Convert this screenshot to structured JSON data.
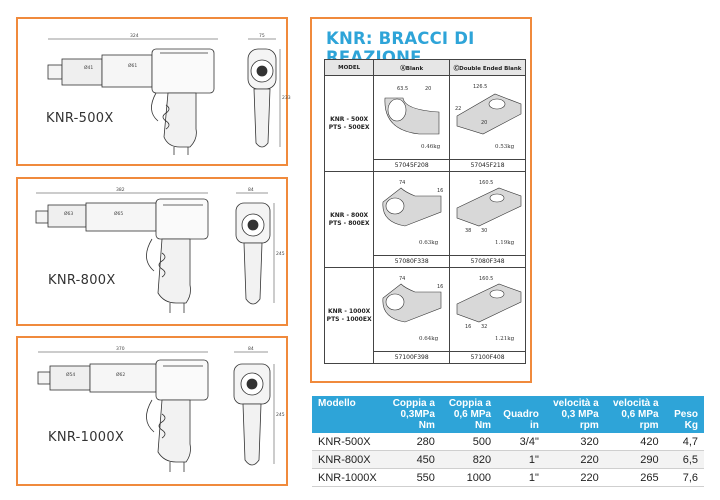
{
  "colors": {
    "accent": "#f08a3c",
    "title_blue": "#2ea4d8"
  },
  "tools": [
    {
      "model": "KNR-500X",
      "dim_length": "324",
      "dim_width": "75",
      "dim_height": "233",
      "dim_front": "Ø41",
      "dim_body": "Ø61"
    },
    {
      "model": "KNR-800X",
      "dim_length": "382",
      "dim_width": "84",
      "dim_height": "245",
      "dim_front": "Ø63",
      "dim_body": "Ø65"
    },
    {
      "model": "KNR-1000X",
      "dim_length": "370",
      "dim_width": "84",
      "dim_height": "245",
      "dim_front": "Ø54",
      "dim_body": "Ø62"
    }
  ],
  "reaction_arms": {
    "title": "KNR: BRACCI DI REAZIONE",
    "header_model": "MODEL",
    "header_blank": "ⒶBlank",
    "header_double": "ⒸDouble Ended Blank",
    "rows": [
      {
        "model_1": "KNR - 500X",
        "model_2": "PTS - 500EX",
        "blank_code": "57045F208",
        "double_code": "57045F218",
        "blank_weight": "0.46kg",
        "double_weight": "0.53kg",
        "blank_dims": [
          "63.5",
          "20"
        ],
        "double_dims": [
          "126.5",
          "22",
          "20"
        ]
      },
      {
        "model_1": "KNR - 800X",
        "model_2": "PTS - 800EX",
        "blank_code": "57080F338",
        "double_code": "57080F348",
        "blank_weight": "0.63kg",
        "double_weight": "1.19kg",
        "blank_dims": [
          "74",
          "16"
        ],
        "double_dims": [
          "160.5",
          "38",
          "30"
        ]
      },
      {
        "model_1": "KNR - 1000X",
        "model_2": "PTS - 1000EX",
        "blank_code": "57100F398",
        "double_code": "57100F408",
        "blank_weight": "0.64kg",
        "double_weight": "1.21kg",
        "blank_dims": [
          "74",
          "16"
        ],
        "double_dims": [
          "160.5",
          "16",
          "32"
        ]
      }
    ]
  },
  "specs": {
    "headers": [
      "Modello",
      "Coppia a 0,3MPa Nm",
      "Coppia a 0,6 MPa Nm",
      "Quadro in",
      "velocità a 0,3 MPa rpm",
      "velocità a 0,6 MPa rpm",
      "Peso Kg"
    ],
    "rows": [
      [
        "KNR-500X",
        "280",
        "500",
        "3/4\"",
        "320",
        "420",
        "4,7"
      ],
      [
        "KNR-800X",
        "450",
        "820",
        "1\"",
        "220",
        "290",
        "6,5"
      ],
      [
        "KNR-1000X",
        "550",
        "1000",
        "1\"",
        "220",
        "265",
        "7,6"
      ]
    ]
  }
}
